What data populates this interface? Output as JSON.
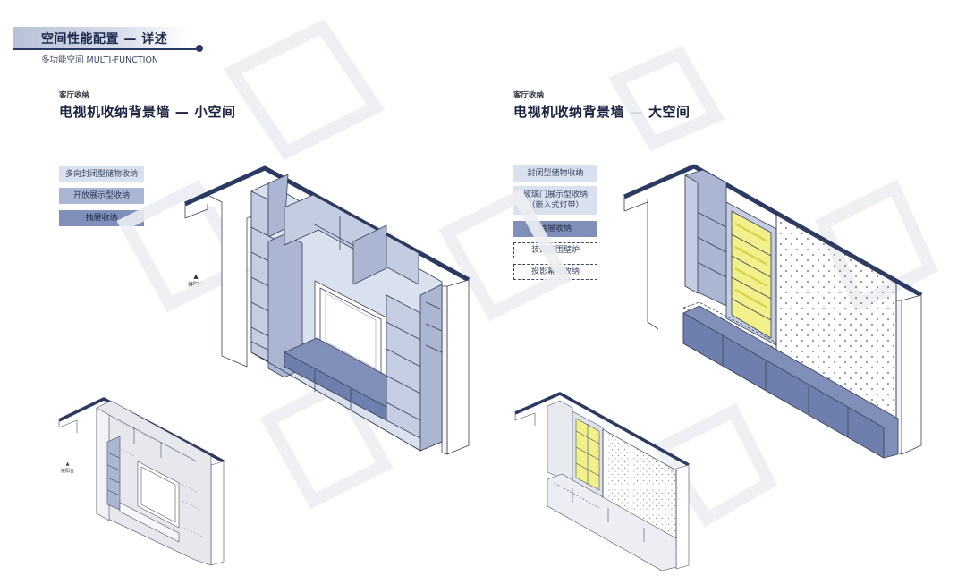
{
  "header": {
    "title": "空间性能配置 — 详述",
    "subtitle": "多功能空间 MULTI-FUNCTION"
  },
  "left": {
    "kicker": "客厅收纳",
    "title": "电视机收纳背景墙 — 小空间",
    "legend": [
      "多向封闭型储物收纳",
      "开放展示型收纳",
      "抽屉收纳"
    ],
    "annotation_main": "接阳台",
    "annotation_small": "接阳台"
  },
  "right": {
    "kicker": "客厅收纳",
    "title": "电视机收纳背景墙 — 大空间",
    "legend": [
      "封闭型储物收纳",
      "玻璃门展示型收纳\n（嵌入式灯带）",
      "抽屉收纳",
      "装饰瓶围壁炉",
      "投影幕布收纳"
    ]
  },
  "colors": {
    "navy": "#2a3a63",
    "light_blue": "#d9e0ee",
    "mid_blue": "#aab6d2",
    "dark_blue": "#7f8fba",
    "yellow_light": "#f1f08a"
  }
}
